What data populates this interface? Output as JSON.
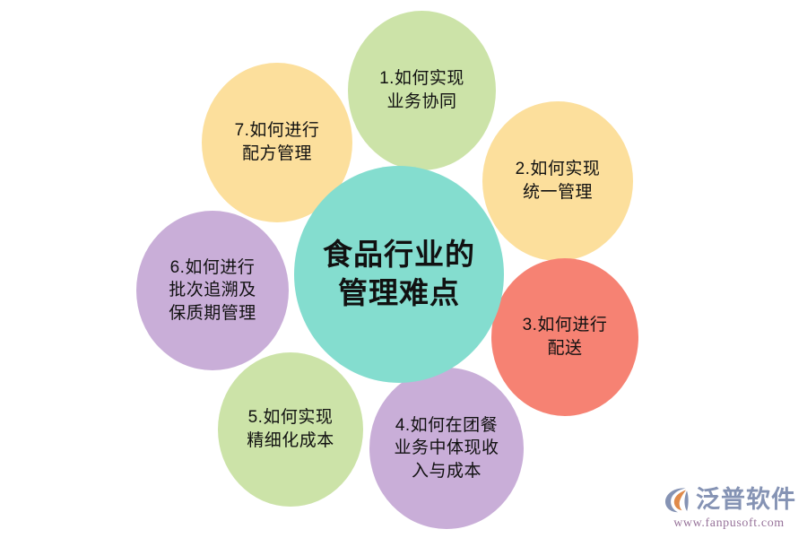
{
  "diagram": {
    "type": "radial-bubble",
    "center": {
      "label": "食品行业的\n管理难点",
      "color": "#84ddcf"
    },
    "nodes": [
      {
        "id": 1,
        "label": "1.如何实现\n业务协同",
        "color": "#cce3a8"
      },
      {
        "id": 2,
        "label": "2.如何实现\n统一管理",
        "color": "#fcdf9c"
      },
      {
        "id": 3,
        "label": "3.如何进行\n配送",
        "color": "#f68273"
      },
      {
        "id": 4,
        "label": "4.如何在团餐\n业务中体现收\n入与成本",
        "color": "#c9aed8"
      },
      {
        "id": 5,
        "label": "5.如何实现\n精细化成本",
        "color": "#cce3a8"
      },
      {
        "id": 6,
        "label": "6.如何进行\n批次追溯及\n保质期管理",
        "color": "#c9aed8"
      },
      {
        "id": 7,
        "label": "7.如何进行\n配方管理",
        "color": "#fcdf9c"
      }
    ]
  },
  "watermark": {
    "brand": "泛普软件",
    "url": "www.fanpusoft.com",
    "brand_color": "#8593b4",
    "url_color": "#97739a",
    "accent_color": "#e08a4a"
  }
}
